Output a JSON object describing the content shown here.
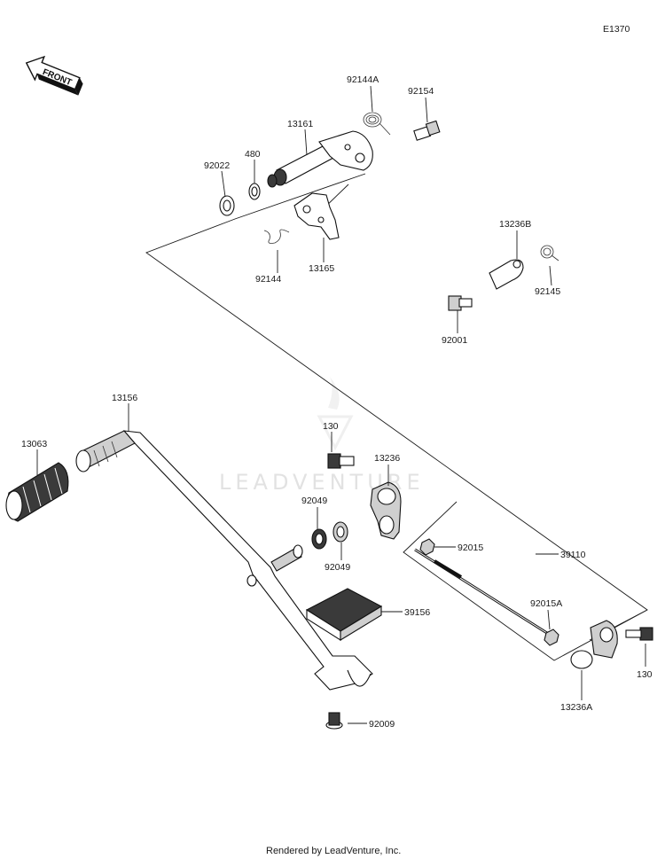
{
  "diagram_code": "E1370",
  "direction_label": "FRONT",
  "watermark": "LEADVENTURE",
  "footer": "Rendered by LeadVenture, Inc.",
  "colors": {
    "line": "#1a1a1a",
    "fill_gray": "#cfcfcf",
    "fill_dark": "#3a3a3a",
    "watermark": "#e2e2e2"
  },
  "callouts": [
    {
      "id": "92144A",
      "text": "92144A"
    },
    {
      "id": "92154",
      "text": "92154"
    },
    {
      "id": "13161",
      "text": "13161"
    },
    {
      "id": "480",
      "text": "480"
    },
    {
      "id": "92022",
      "text": "92022"
    },
    {
      "id": "92144",
      "text": "92144"
    },
    {
      "id": "13165",
      "text": "13165"
    },
    {
      "id": "13236B",
      "text": "13236B"
    },
    {
      "id": "92145",
      "text": "92145"
    },
    {
      "id": "92001",
      "text": "92001"
    },
    {
      "id": "13156",
      "text": "13156"
    },
    {
      "id": "13063",
      "text": "13063"
    },
    {
      "id": "130-top",
      "text": "130"
    },
    {
      "id": "13236",
      "text": "13236"
    },
    {
      "id": "92049-a",
      "text": "92049"
    },
    {
      "id": "92049-b",
      "text": "92049"
    },
    {
      "id": "92015",
      "text": "92015"
    },
    {
      "id": "39110",
      "text": "39110"
    },
    {
      "id": "92015A",
      "text": "92015A"
    },
    {
      "id": "39156",
      "text": "39156"
    },
    {
      "id": "130-right",
      "text": "130"
    },
    {
      "id": "13236A",
      "text": "13236A"
    },
    {
      "id": "92009",
      "text": "92009"
    }
  ]
}
